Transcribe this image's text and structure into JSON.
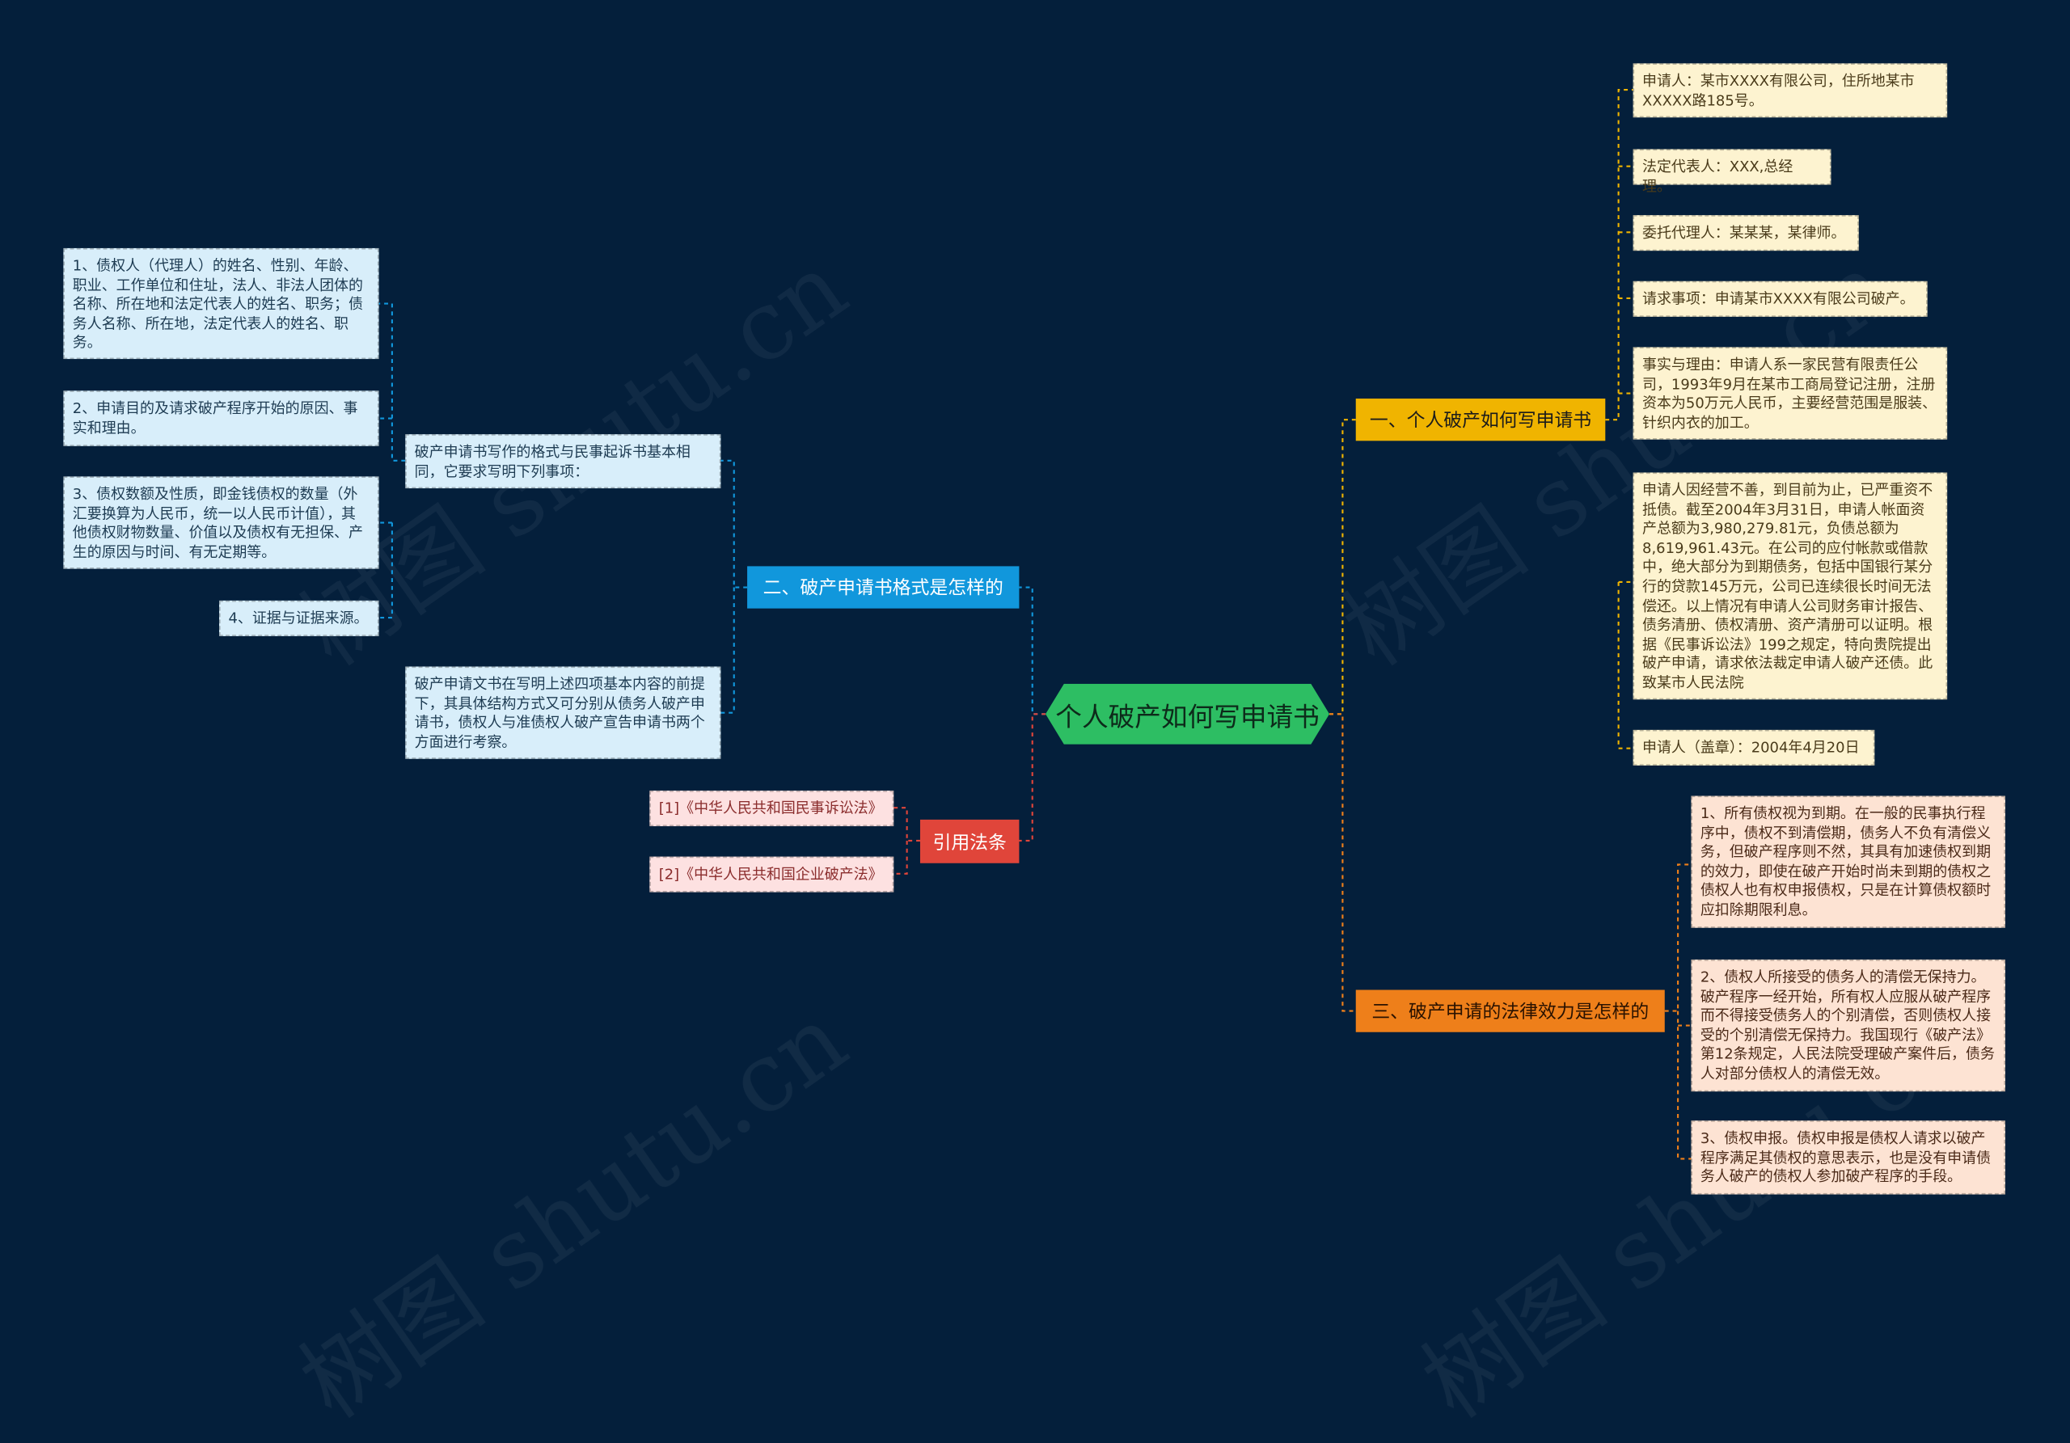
{
  "root": {
    "label": "个人破产如何写申请书"
  },
  "branches": {
    "b1": {
      "label": "一、个人破产如何写申请书",
      "color": "#f0b400"
    },
    "b2": {
      "label": "二、破产申请书格式是怎样的",
      "color": "#1197dc"
    },
    "b3": {
      "label": "三、破产申请的法律效力是怎样的",
      "color": "#ee7f1a"
    },
    "b4": {
      "label": "引用法条",
      "color": "#e0453a"
    }
  },
  "leaves": {
    "y1": "申请人：某市XXXX有限公司，住所地某市XXXXX路185号。",
    "y2": "法定代表人：XXX,总经理。",
    "y3": "委托代理人：某某某，某律师。",
    "y4": "请求事项：申请某市XXXX有限公司破产。",
    "y5": "事实与理由：申请人系一家民营有限责任公司，1993年9月在某市工商局登记注册，注册资本为50万元人民币，主要经营范围是服装、针织内衣的加工。",
    "y6": "申请人因经营不善，到目前为止，已严重资不抵债。截至2004年3月31日，申请人帐面资产总额为3,980,279.81元，负债总额为8,619,961.43元。在公司的应付帐款或借款中，绝大部分为到期债务，包括中国银行某分行的贷款145万元，公司已连续很长时间无法偿还。以上情况有申请人公司财务审计报告、债务清册、债权清册、资产清册可以证明。根据《民事诉讼法》199之规定，特向贵院提出破产申请，请求依法裁定申请人破产还债。此致某市人民法院",
    "y7": "申请人（盖章）：2004年4月20日",
    "s1": "破产申请书写作的格式与民事起诉书基本相同，它要求写明下列事项：",
    "s2": "破产申请文书在写明上述四项基本内容的前提下，其具体结构方式又可分别从债务人破产申请书，债权人与准债权人破产宣告申请书两个方面进行考察。",
    "t1": "1、债权人（代理人）的姓名、性别、年龄、职业、工作单位和住址，法人、非法人团体的名称、所在地和法定代表人的姓名、职务；债务人名称、所在地，法定代表人的姓名、职务。",
    "t2": "2、申请目的及请求破产程序开始的原因、事实和理由。",
    "t3": "3、债权数额及性质，即金钱债权的数量（外汇要换算为人民币，统一以人民币计值），其他债权财物数量、价值以及债权有无担保、产生的原因与时间、有无定期等。",
    "t4": "4、证据与证据来源。",
    "o1": "1、所有债权视为到期。在一般的民事执行程序中，债权不到清偿期，债务人不负有清偿义务，但破产程序则不然，其具有加速债权到期的效力，即使在破产开始时尚未到期的债权之债权人也有权申报债权，只是在计算债权额时应扣除期限利息。",
    "o2": "2、债权人所接受的债务人的清偿无保持力。破产程序一经开始，所有权人应服从破产程序而不得接受债务人的个别清偿，否则债权人接受的个别清偿无保持力。我国现行《破产法》第12条规定，人民法院受理破产案件后，债务人对部分债权人的清偿无效。",
    "o3": "3、债权申报。债权申报是债权人请求以破产程序满足其债权的意思表示，也是没有申请债务人破产的债权人参加破产程序的手段。",
    "r1": "[1]《中华人民共和国民事诉讼法》",
    "r2": "[2]《中华人民共和国企业破产法》"
  },
  "watermark": "树图 shutu.cn"
}
